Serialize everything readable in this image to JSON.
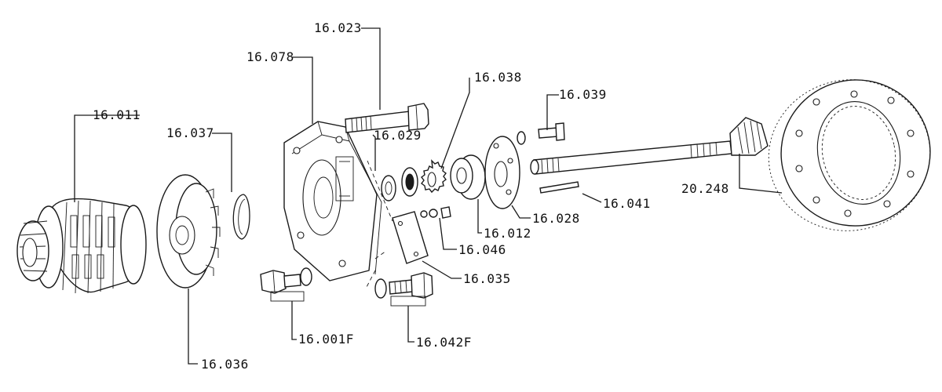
{
  "labels": {
    "p16_011": "16.011",
    "p16_037": "16.037",
    "p16_036": "16.036",
    "p16_078": "16.078",
    "p16_023": "16.023",
    "p16_029": "16.029",
    "p16_038": "16.038",
    "p16_039": "16.039",
    "p16_012": "16.012",
    "p16_028": "16.028",
    "p16_041": "16.041",
    "p20_248": "20.248",
    "p16_046": "16.046",
    "p16_035": "16.035",
    "p16_001F": "16.001F",
    "p16_042F": "16.042F"
  },
  "colors": {
    "ink": "#1a1a1a",
    "paper": "#ffffff"
  }
}
